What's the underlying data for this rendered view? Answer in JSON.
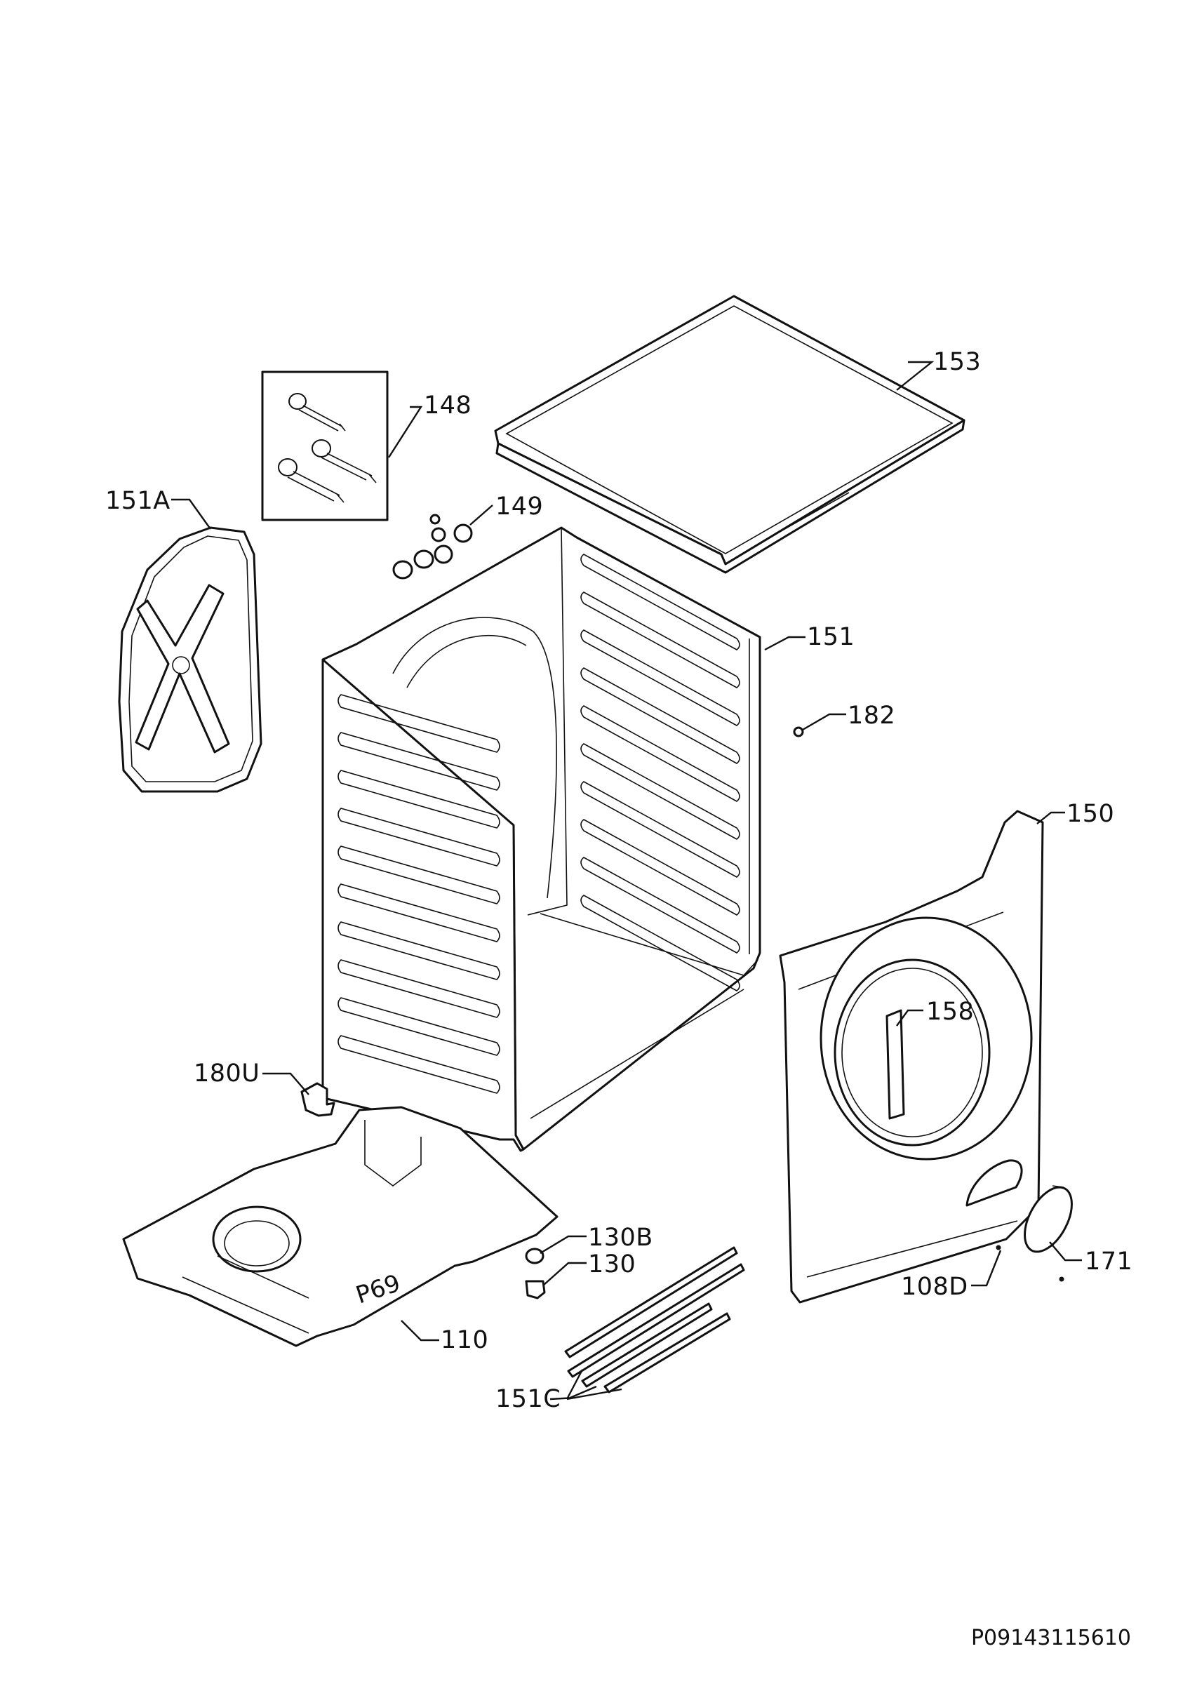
{
  "document_code": "P09143115610",
  "parts": [
    {
      "id": "p153",
      "label": "153"
    },
    {
      "id": "p148",
      "label": "148"
    },
    {
      "id": "p151A",
      "label": "151A"
    },
    {
      "id": "p149",
      "label": "149"
    },
    {
      "id": "p151",
      "label": "151"
    },
    {
      "id": "p182",
      "label": "182"
    },
    {
      "id": "p150",
      "label": "150"
    },
    {
      "id": "p158",
      "label": "158"
    },
    {
      "id": "p180U",
      "label": "180U"
    },
    {
      "id": "p130B",
      "label": "130B"
    },
    {
      "id": "p130",
      "label": "130"
    },
    {
      "id": "p171",
      "label": "171"
    },
    {
      "id": "p108D",
      "label": "108D"
    },
    {
      "id": "p110",
      "label": "110"
    },
    {
      "id": "p151C",
      "label": "151C"
    }
  ],
  "base_marking": "P69"
}
